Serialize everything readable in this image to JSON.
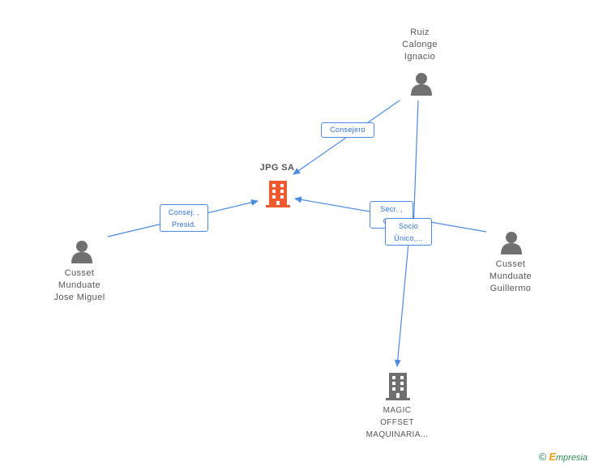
{
  "colors": {
    "edge": "#4a8ae0",
    "person_icon": "#707070",
    "company_main": "#ee5a2e",
    "company_other": "#6f6f6f"
  },
  "nodes": {
    "ruiz": {
      "lines": [
        "Ruiz",
        "Calonge",
        "Ignacio"
      ],
      "icon": "person-icon"
    },
    "cusset_jm": {
      "lines": [
        "Cusset",
        "Munduate",
        "Jose Miguel"
      ],
      "icon": "person-icon"
    },
    "cusset_g": {
      "lines": [
        "Cusset",
        "Munduate",
        "Guillermo"
      ],
      "icon": "person-icon"
    },
    "jpg": {
      "lines": [
        "JPG SA"
      ],
      "icon": "building-icon"
    },
    "magic": {
      "lines": [
        "MAGIC",
        "OFFSET",
        "MAQUINARIA..."
      ],
      "icon": "building-icon"
    }
  },
  "edges": {
    "consejero": {
      "lines": [
        "Consejero"
      ]
    },
    "consej_presid": {
      "lines": [
        "Consej. ,",
        "Presid."
      ]
    },
    "secr": {
      "lines": [
        "Secr. ,",
        "Co..."
      ]
    },
    "socio": {
      "lines": [
        "Socio",
        "Único,..."
      ]
    }
  },
  "footer": {
    "copyright": "©",
    "brand_initial": "E",
    "brand_rest": "mpresia"
  }
}
